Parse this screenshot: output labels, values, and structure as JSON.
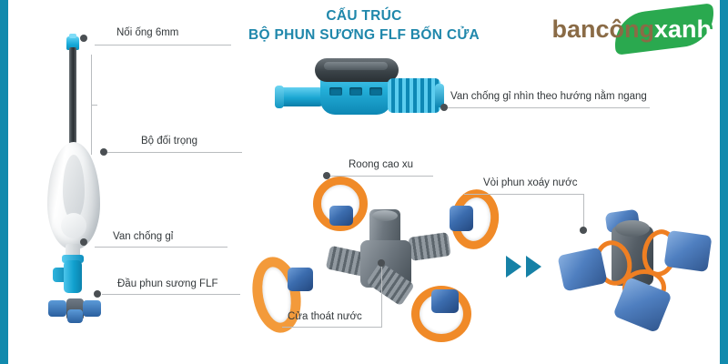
{
  "theme": {
    "border_color": "#118aad",
    "title_color": "#1f87ab",
    "label_color": "#33383b",
    "leader_color": "#b9bcbf",
    "oring_orange": "#f08a28",
    "nozzle_blue": "#3b6cae",
    "metal_grey": "#6b747c",
    "cyan": "#1aa6d2",
    "logo_brown": "#8a6b46",
    "logo_green": "#2aa94f",
    "arrow_color": "#1681a6"
  },
  "header": {
    "title_line1": "CẤU TRÚC",
    "title_line2": "BỘ PHUN SƯƠNG FLF BỐN CỬA"
  },
  "logo": {
    "text_primary": "bancông",
    "text_secondary": "xanh",
    "leaf_icon": "leaf-icon"
  },
  "callouts": [
    {
      "id": "noi-ong",
      "label": "Nối ống 6mm"
    },
    {
      "id": "bo-doi-trong",
      "label": "Bộ đối trọng"
    },
    {
      "id": "van-chong-gi",
      "label": "Van chống gỉ"
    },
    {
      "id": "dau-phun-suong",
      "label": "Đầu phun sương FLF"
    },
    {
      "id": "van-ngang",
      "label": "Van chống gỉ nhìn theo hướng nằm ngang"
    },
    {
      "id": "roong-cao-xu",
      "label": "Roong cao xu"
    },
    {
      "id": "voi-phun-xoay",
      "label": "Vòi phun xoáy nước"
    },
    {
      "id": "cua-thoat-nuoc",
      "label": "Cửa thoát nước"
    }
  ],
  "figures": {
    "left_assembly": "mist-sprayer-counterweight-assembly",
    "horizontal_valve": "anti-rust-valve-horizontal-view",
    "exploded_manifold": "four-port-manifold-exploded-view",
    "assembled_product": "four-port-mist-sprayer-assembled"
  }
}
